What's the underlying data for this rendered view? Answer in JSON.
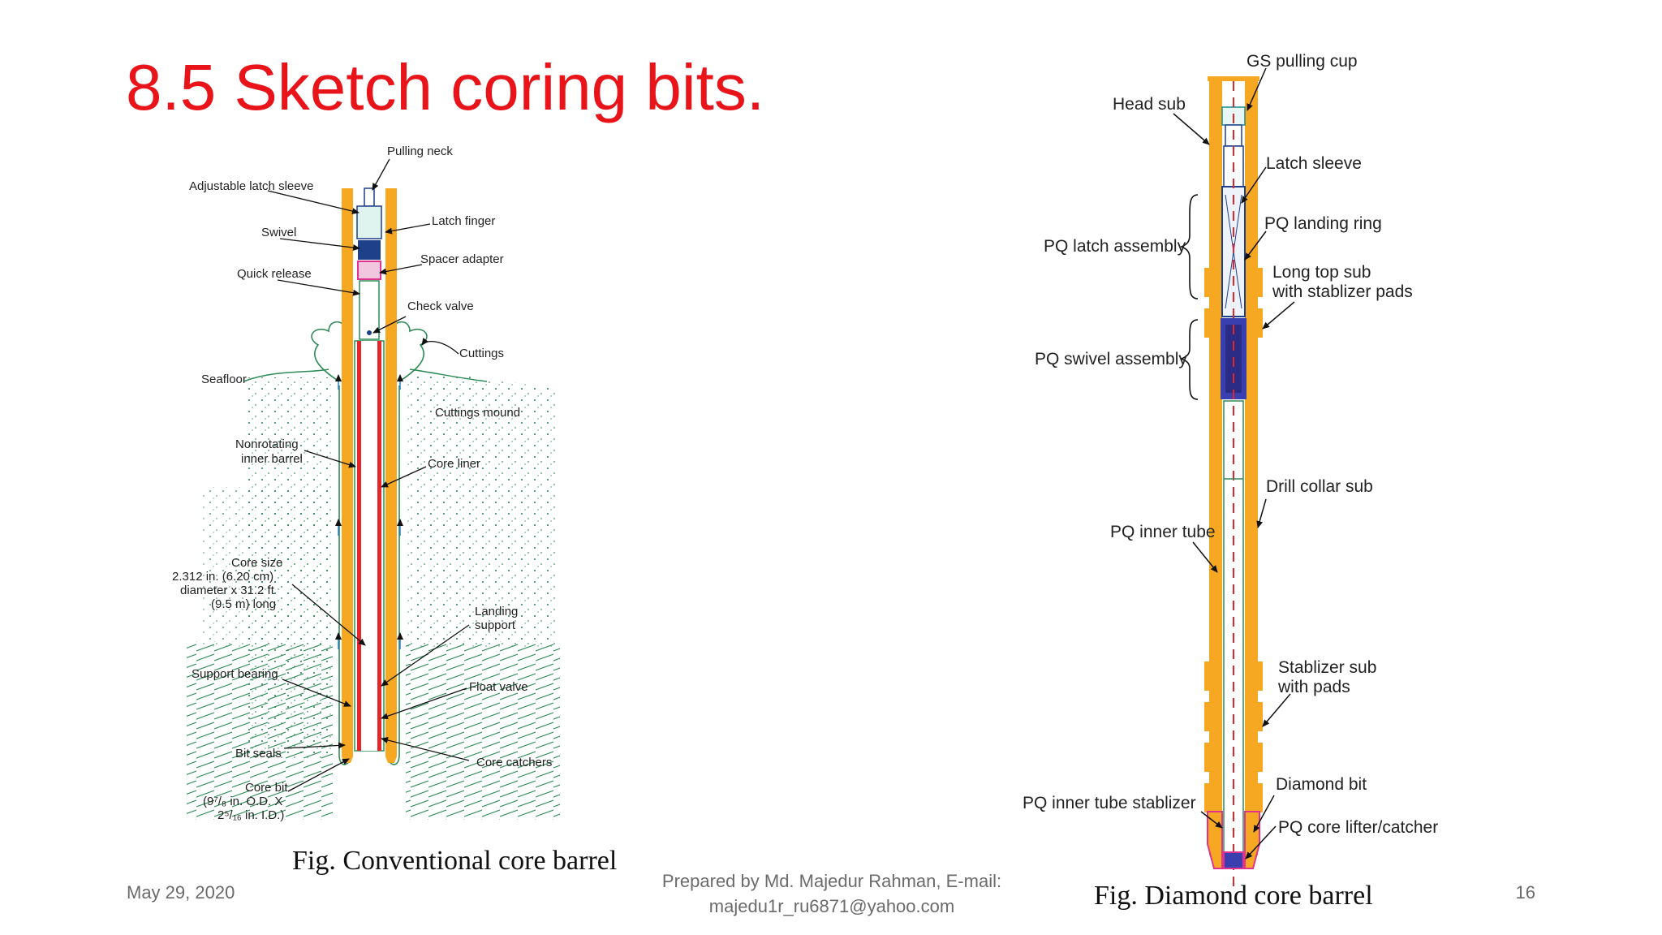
{
  "slide": {
    "title": "8.5 Sketch coring bits.",
    "date": "May 29, 2020",
    "credit_line1": "Prepared by Md. Majedur Rahman, E-mail:",
    "credit_line2": "majedu1r_ru6871@yahoo.com",
    "page_number": "16"
  },
  "figures": {
    "conventional": {
      "caption": "Fig. Conventional core barrel",
      "labels": {
        "pulling_neck": "Pulling neck",
        "adjustable_latch_sleeve": "Adjustable latch sleeve",
        "latch_finger": "Latch finger",
        "swivel": "Swivel",
        "spacer_adapter": "Spacer adapter",
        "quick_release": "Quick release",
        "check_valve": "Check valve",
        "cuttings": "Cuttings",
        "seafloor": "Seafloor",
        "cuttings_mound": "Cuttings mound",
        "nonrotating_1": "Nonrotating",
        "nonrotating_2": "inner barrel",
        "core_liner": "Core liner",
        "core_size_1": "Core size",
        "core_size_2": "2.312 in. (6.20 cm)",
        "core_size_3": "diameter x 31.2 ft",
        "core_size_4": "(9.5 m) long",
        "landing_1": "Landing",
        "landing_2": "support",
        "support_bearing": "Support bearing",
        "float_valve": "Float valve",
        "bit_seals": "Bit seals",
        "core_catchers": "Core catchers",
        "core_bit_1": "Core bit",
        "core_bit_2": "(9⁷/₈ in. O.D. X",
        "core_bit_3": "2⁵/₁₆ in. I.D.)"
      }
    },
    "diamond": {
      "caption": "Fig. Diamond core barrel",
      "labels": {
        "gs_pulling_cup": "GS pulling cup",
        "head_sub": "Head sub",
        "latch_sleeve": "Latch sleeve",
        "pq_landing_ring": "PQ landing ring",
        "pq_latch_assembly": "PQ latch assembly",
        "long_top_sub_1": "Long top sub",
        "long_top_sub_2": "with stablizer pads",
        "pq_swivel_assembly": "PQ swivel assembly",
        "drill_collar_sub": "Drill collar sub",
        "pq_inner_tube": "PQ inner tube",
        "stablizer_sub_1": "Stablizer sub",
        "stablizer_sub_2": "with pads",
        "diamond_bit": "Diamond bit",
        "pq_inner_tube_stablizer": "PQ inner tube stablizer",
        "pq_core_lifter": "PQ core lifter/catcher"
      }
    }
  },
  "colors": {
    "title": "#e8141a",
    "barrel_outer": "#f7a823",
    "liner": "#e3262a",
    "inner": "#1e3f8a",
    "formation": "#2e8b57",
    "spacer": "#e0338f"
  }
}
